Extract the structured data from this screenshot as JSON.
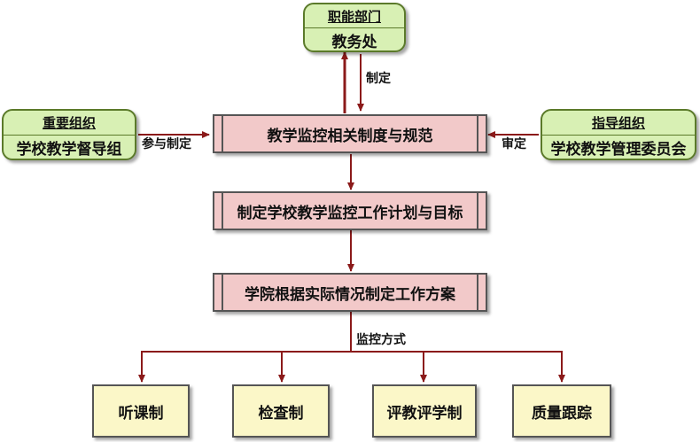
{
  "functional_dept": {
    "header": "职能部门",
    "name": "教务处"
  },
  "important_org": {
    "header": "重要组织",
    "name": "学校教学督导组"
  },
  "guiding_org": {
    "header": "指导组织",
    "name": "学校教学管理委员会"
  },
  "process": {
    "step1": "教学监控相关制度与规范",
    "step2": "制定学校教学监控工作计划与目标",
    "step3": "学院根据实际情况制定工作方案"
  },
  "edge_labels": {
    "formulate": "制定",
    "participate": "参与制定",
    "review": "审定",
    "monitoring_methods": "监控方式"
  },
  "methods": [
    "听课制",
    "检查制",
    "评教评学制",
    "质量跟踪"
  ],
  "colors": {
    "arrow": "#8b1a1a",
    "green_fill": "#d8f0b4",
    "pink_fill": "#f2c9c9",
    "yellow_fill": "#fbf7c8"
  }
}
